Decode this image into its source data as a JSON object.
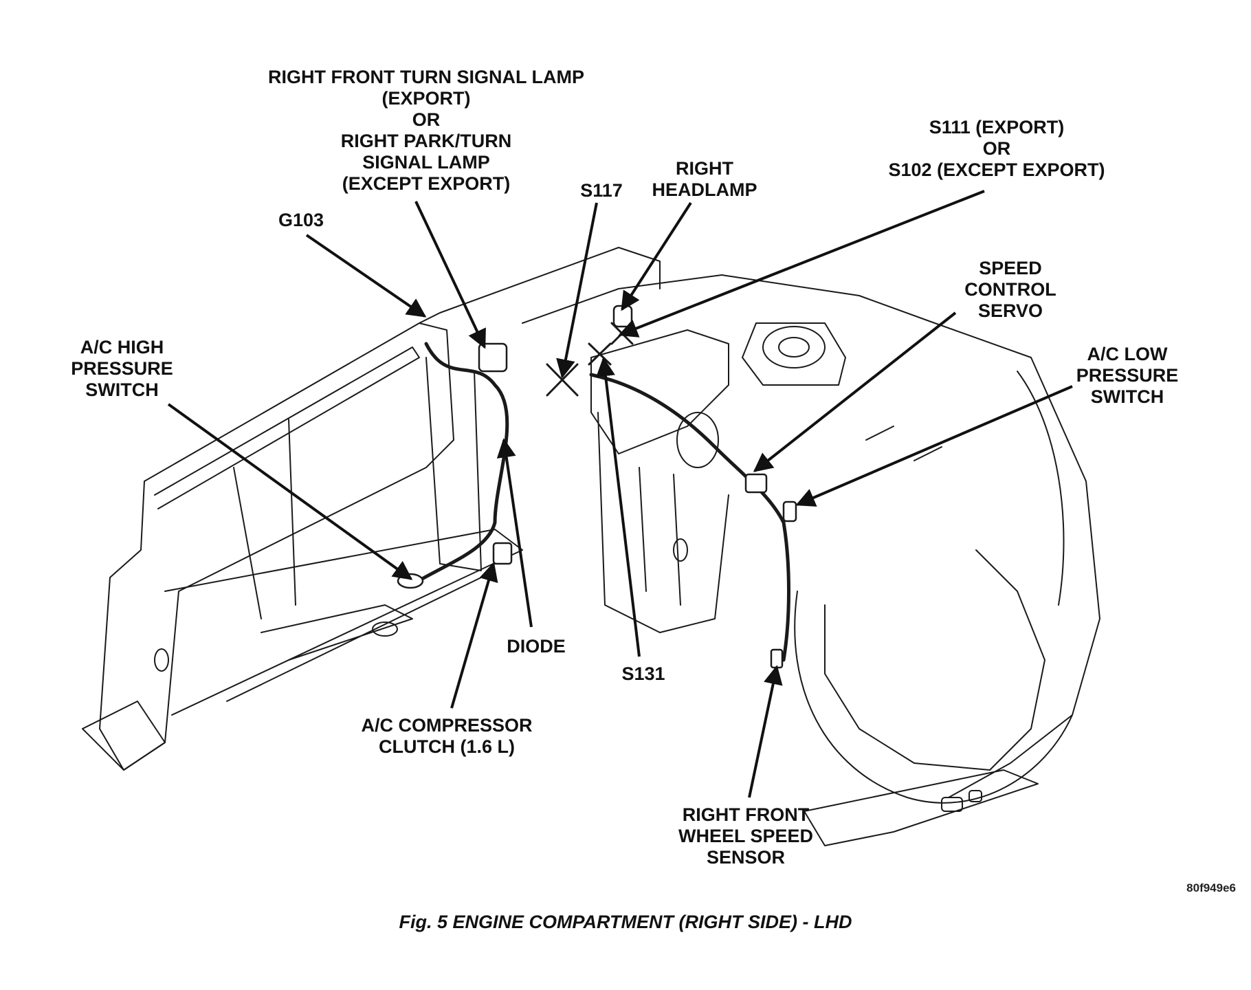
{
  "labels": {
    "turn_lamp": [
      "RIGHT FRONT TURN SIGNAL LAMP",
      "(EXPORT)",
      "OR",
      "RIGHT PARK/TURN",
      "SIGNAL LAMP",
      "(EXCEPT EXPORT)"
    ],
    "g103": [
      "G103"
    ],
    "s117": [
      "S117"
    ],
    "headlamp": [
      "RIGHT",
      "HEADLAMP"
    ],
    "s111": [
      "S111 (EXPORT)",
      "OR",
      "S102 (EXCEPT EXPORT)"
    ],
    "speed_servo": [
      "SPEED",
      "CONTROL",
      "SERVO"
    ],
    "ac_high": [
      "A/C HIGH",
      "PRESSURE",
      "SWITCH"
    ],
    "ac_low": [
      "A/C LOW",
      "PRESSURE",
      "SWITCH"
    ],
    "diode": [
      "DIODE"
    ],
    "s131": [
      "S131"
    ],
    "compressor": [
      "A/C COMPRESSOR",
      "CLUTCH (1.6 L)"
    ],
    "wheel_sensor": [
      "RIGHT FRONT",
      "WHEEL SPEED",
      "SENSOR"
    ]
  },
  "figure_code": "80f949e6",
  "caption": "Fig. 5 ENGINE COMPARTMENT (RIGHT SIDE) - LHD"
}
